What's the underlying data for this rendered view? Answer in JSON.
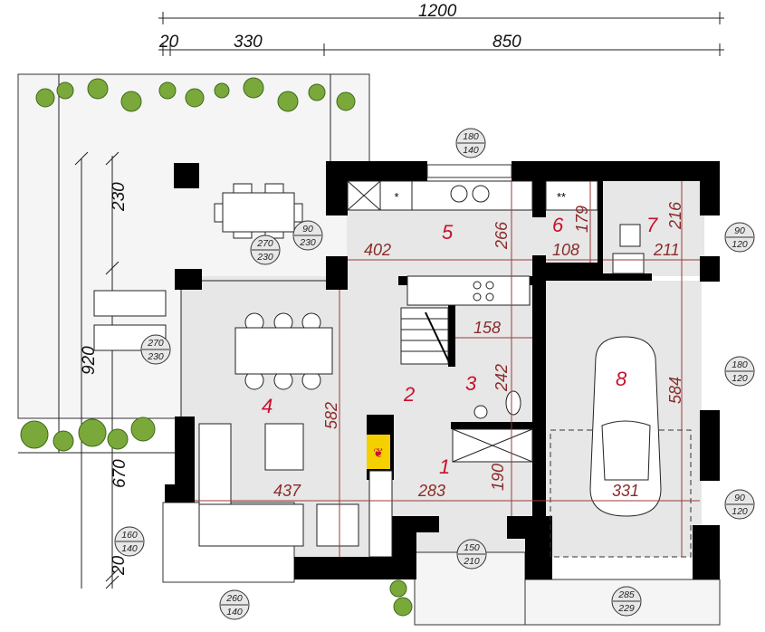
{
  "overall_dimensions": {
    "total_width": "1200",
    "left_offset": "20",
    "terrace_width": "330",
    "house_width": "850"
  },
  "side_dimensions": {
    "terrace_depth": "230",
    "total_depth": "920",
    "house_depth": "670",
    "bottom_offset": "20"
  },
  "rooms": [
    {
      "number": "1"
    },
    {
      "number": "2"
    },
    {
      "number": "3"
    },
    {
      "number": "4"
    },
    {
      "number": "5"
    },
    {
      "number": "6"
    },
    {
      "number": "7"
    },
    {
      "number": "8"
    }
  ],
  "interior_dimensions": {
    "kitchen_width": "402",
    "kitchen_depth": "266",
    "pantry_width": "108",
    "pantry_depth": "179",
    "boiler_depth": "216",
    "boiler_width": "211",
    "bath_width": "158",
    "bath_depth": "242",
    "living_depth": "582",
    "living_width": "437",
    "hall_width": "283",
    "hall_depth": "190",
    "garage_width": "331",
    "garage_depth": "584"
  },
  "openings": [
    {
      "id": "kitchen-window",
      "width": "180",
      "height": "140"
    },
    {
      "id": "terrace-door",
      "width": "90",
      "height": "230"
    },
    {
      "id": "terrace-sliding-top",
      "width": "270",
      "height": "230"
    },
    {
      "id": "terrace-sliding-left",
      "width": "270",
      "height": "230"
    },
    {
      "id": "boiler-window",
      "width": "90",
      "height": "120"
    },
    {
      "id": "garage-window-1",
      "width": "180",
      "height": "120"
    },
    {
      "id": "garage-window-2",
      "width": "90",
      "height": "120"
    },
    {
      "id": "living-window-1",
      "width": "160",
      "height": "140"
    },
    {
      "id": "living-window-2",
      "width": "260",
      "height": "140"
    },
    {
      "id": "entrance-door",
      "width": "150",
      "height": "210"
    },
    {
      "id": "garage-door",
      "width": "285",
      "height": "229"
    }
  ],
  "colors": {
    "room_label": "#c8102e",
    "dimension": "#8b2a2a",
    "floor": "#e6e7e6",
    "terrace": "#f5f5f5",
    "fireplace": "#f5d000"
  }
}
